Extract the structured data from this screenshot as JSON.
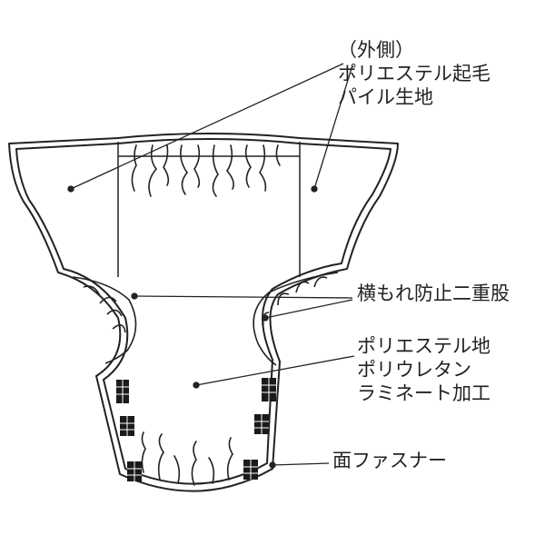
{
  "labels": {
    "outer_side": [
      "（外側）",
      "ポリエステル起毛",
      "パイル生地"
    ],
    "leak_guard": "横もれ防止二重股",
    "lining": [
      "ポリエステル地",
      "ポリウレタン",
      "ラミネート加工"
    ],
    "velcro": "面ファスナー"
  },
  "colors": {
    "line": "#222222",
    "velcro_patch": "#1a1a1a",
    "background": "#ffffff"
  }
}
